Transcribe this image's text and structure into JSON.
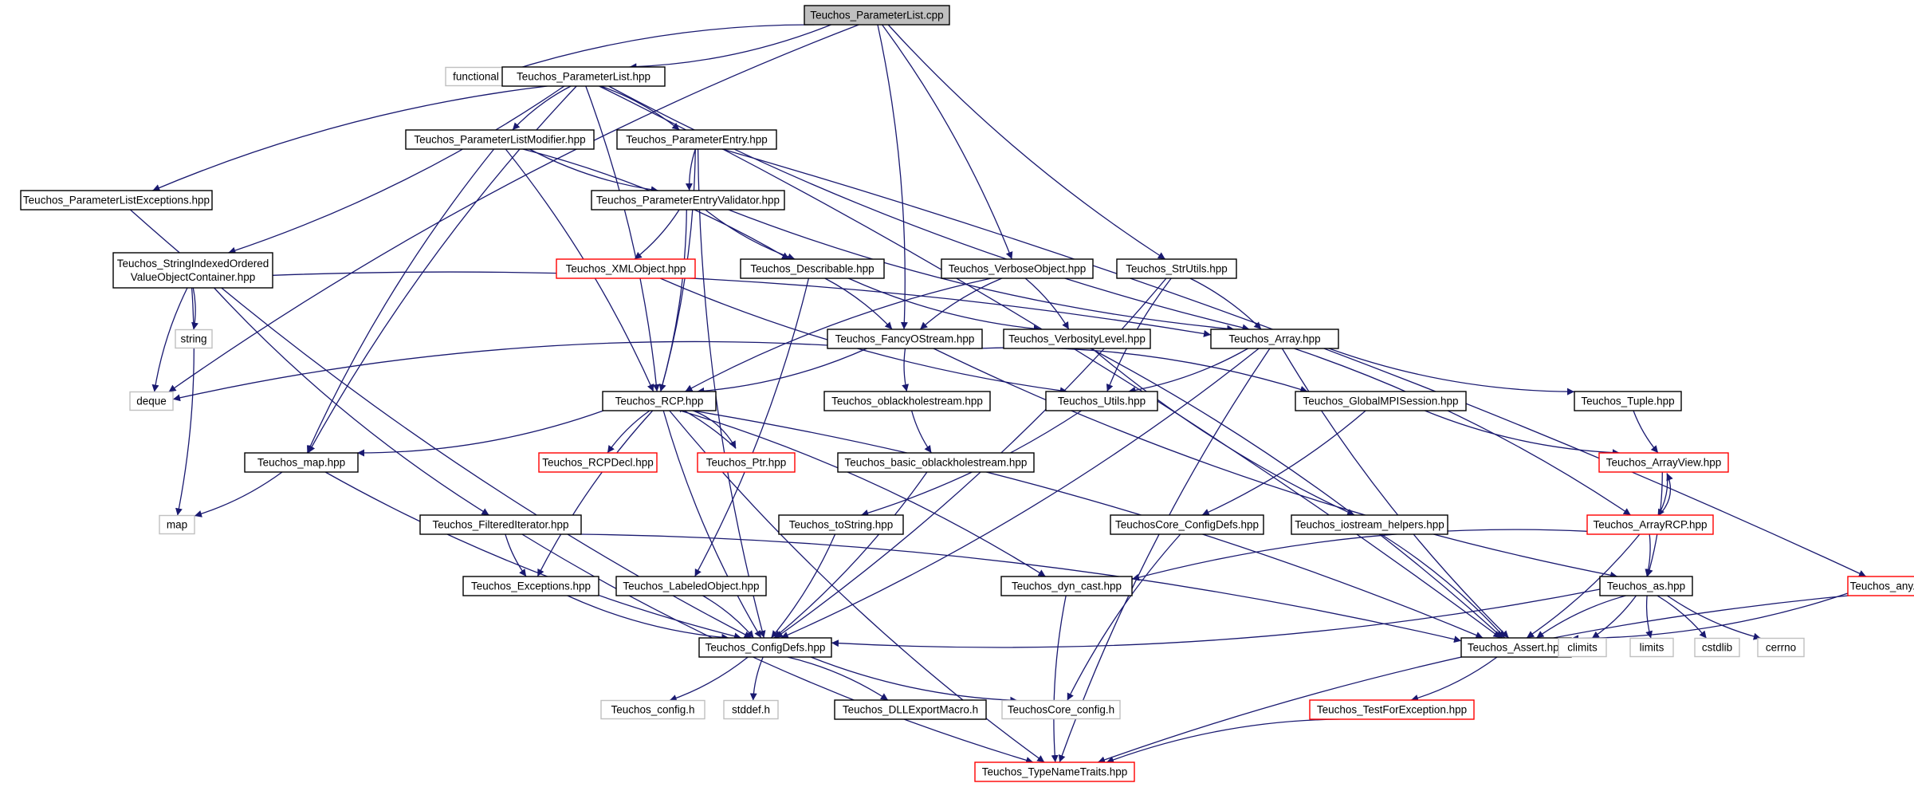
{
  "colors": {
    "background": "#ffffff",
    "edge": "#191970",
    "node_text": "#000000",
    "border_default": "#000000",
    "border_external": "#c0c0c0",
    "border_incomplete": "#ff0000",
    "root_fill": "#bfbfbf",
    "node_fill": "#ffffff"
  },
  "graph": {
    "root": "Teuchos_ParameterList.cpp",
    "nodes": [
      {
        "id": "n_root",
        "label": "Teuchos_ParameterList.cpp",
        "kind": "root"
      },
      {
        "id": "n_functional",
        "label": "functional",
        "kind": "external"
      },
      {
        "id": "n_plist",
        "label": "Teuchos_ParameterList.hpp",
        "kind": "default"
      },
      {
        "id": "n_plistmod",
        "label": "Teuchos_ParameterListModifier.hpp",
        "kind": "default"
      },
      {
        "id": "n_pentry",
        "label": "Teuchos_ParameterEntry.hpp",
        "kind": "default"
      },
      {
        "id": "n_plistexc",
        "label": "Teuchos_ParameterListExceptions.hpp",
        "kind": "default"
      },
      {
        "id": "n_pentryval",
        "label": "Teuchos_ParameterEntryValidator.hpp",
        "kind": "default"
      },
      {
        "id": "n_sioc",
        "label": "Teuchos_StringIndexedOrdered\nValueObjectContainer.hpp",
        "kind": "default"
      },
      {
        "id": "n_xmlobj",
        "label": "Teuchos_XMLObject.hpp",
        "kind": "incomplete"
      },
      {
        "id": "n_describable",
        "label": "Teuchos_Describable.hpp",
        "kind": "default"
      },
      {
        "id": "n_verboseobj",
        "label": "Teuchos_VerboseObject.hpp",
        "kind": "default"
      },
      {
        "id": "n_strutils",
        "label": "Teuchos_StrUtils.hpp",
        "kind": "default"
      },
      {
        "id": "n_string",
        "label": "string",
        "kind": "external"
      },
      {
        "id": "n_fancyos",
        "label": "Teuchos_FancyOStream.hpp",
        "kind": "default"
      },
      {
        "id": "n_verblevel",
        "label": "Teuchos_VerbosityLevel.hpp",
        "kind": "default"
      },
      {
        "id": "n_array",
        "label": "Teuchos_Array.hpp",
        "kind": "default"
      },
      {
        "id": "n_deque",
        "label": "deque",
        "kind": "external"
      },
      {
        "id": "n_rcp",
        "label": "Teuchos_RCP.hpp",
        "kind": "default"
      },
      {
        "id": "n_oblackhole",
        "label": "Teuchos_oblackholestream.hpp",
        "kind": "default"
      },
      {
        "id": "n_utils",
        "label": "Teuchos_Utils.hpp",
        "kind": "default"
      },
      {
        "id": "n_globalmpi",
        "label": "Teuchos_GlobalMPISession.hpp",
        "kind": "default"
      },
      {
        "id": "n_tuple",
        "label": "Teuchos_Tuple.hpp",
        "kind": "default"
      },
      {
        "id": "n_map",
        "label": "Teuchos_map.hpp",
        "kind": "default"
      },
      {
        "id": "n_rcpdecl",
        "label": "Teuchos_RCPDecl.hpp",
        "kind": "incomplete"
      },
      {
        "id": "n_ptr",
        "label": "Teuchos_Ptr.hpp",
        "kind": "incomplete"
      },
      {
        "id": "n_basicoblack",
        "label": "Teuchos_basic_oblackholestream.hpp",
        "kind": "default"
      },
      {
        "id": "n_arrayview",
        "label": "Teuchos_ArrayView.hpp",
        "kind": "incomplete"
      },
      {
        "id": "n_mapstd",
        "label": "map",
        "kind": "external"
      },
      {
        "id": "n_filtiter",
        "label": "Teuchos_FilteredIterator.hpp",
        "kind": "default"
      },
      {
        "id": "n_tostring",
        "label": "Teuchos_toString.hpp",
        "kind": "default"
      },
      {
        "id": "n_coreconfig",
        "label": "TeuchosCore_ConfigDefs.hpp",
        "kind": "default"
      },
      {
        "id": "n_iohelpers",
        "label": "Teuchos_iostream_helpers.hpp",
        "kind": "default"
      },
      {
        "id": "n_arrayrcp",
        "label": "Teuchos_ArrayRCP.hpp",
        "kind": "incomplete"
      },
      {
        "id": "n_exceptions",
        "label": "Teuchos_Exceptions.hpp",
        "kind": "default"
      },
      {
        "id": "n_labeledobj",
        "label": "Teuchos_LabeledObject.hpp",
        "kind": "default"
      },
      {
        "id": "n_dyncast",
        "label": "Teuchos_dyn_cast.hpp",
        "kind": "default"
      },
      {
        "id": "n_as",
        "label": "Teuchos_as.hpp",
        "kind": "default"
      },
      {
        "id": "n_any",
        "label": "Teuchos_any.hpp",
        "kind": "incomplete"
      },
      {
        "id": "n_configdefs",
        "label": "Teuchos_ConfigDefs.hpp",
        "kind": "default"
      },
      {
        "id": "n_assert",
        "label": "Teuchos_Assert.hpp",
        "kind": "default"
      },
      {
        "id": "n_climits",
        "label": "climits",
        "kind": "external"
      },
      {
        "id": "n_limits",
        "label": "limits",
        "kind": "external"
      },
      {
        "id": "n_cstdlib",
        "label": "cstdlib",
        "kind": "external"
      },
      {
        "id": "n_cerrno",
        "label": "cerrno",
        "kind": "external"
      },
      {
        "id": "n_configh",
        "label": "Teuchos_config.h",
        "kind": "external"
      },
      {
        "id": "n_stddef",
        "label": "stddef.h",
        "kind": "external"
      },
      {
        "id": "n_dllexport",
        "label": "Teuchos_DLLExportMacro.h",
        "kind": "default"
      },
      {
        "id": "n_coreconfigh",
        "label": "TeuchosCore_config.h",
        "kind": "external"
      },
      {
        "id": "n_testforexc",
        "label": "Teuchos_TestForException.hpp",
        "kind": "incomplete"
      },
      {
        "id": "n_typename",
        "label": "Teuchos_TypeNameTraits.hpp",
        "kind": "incomplete"
      }
    ],
    "edges": [
      [
        "n_root",
        "n_functional"
      ],
      [
        "n_root",
        "n_plist"
      ],
      [
        "n_root",
        "n_deque"
      ],
      [
        "n_root",
        "n_verboseobj"
      ],
      [
        "n_root",
        "n_strutils"
      ],
      [
        "n_root",
        "n_fancyos"
      ],
      [
        "n_plist",
        "n_plistmod"
      ],
      [
        "n_plist",
        "n_pentry"
      ],
      [
        "n_plist",
        "n_plistexc"
      ],
      [
        "n_plist",
        "n_sioc"
      ],
      [
        "n_plist",
        "n_map"
      ],
      [
        "n_plist",
        "n_rcp"
      ],
      [
        "n_plist",
        "n_array"
      ],
      [
        "n_plist",
        "n_assert"
      ],
      [
        "n_plistmod",
        "n_pentryval"
      ],
      [
        "n_plistmod",
        "n_describable"
      ],
      [
        "n_plistmod",
        "n_map"
      ],
      [
        "n_plistmod",
        "n_rcp"
      ],
      [
        "n_pentry",
        "n_pentryval"
      ],
      [
        "n_pentry",
        "n_rcp"
      ],
      [
        "n_pentry",
        "n_configdefs"
      ],
      [
        "n_pentry",
        "n_any"
      ],
      [
        "n_plistexc",
        "n_configdefs"
      ],
      [
        "n_pentryval",
        "n_xmlobj"
      ],
      [
        "n_pentryval",
        "n_describable"
      ],
      [
        "n_pentryval",
        "n_rcp"
      ],
      [
        "n_pentryval",
        "n_array"
      ],
      [
        "n_sioc",
        "n_string"
      ],
      [
        "n_sioc",
        "n_deque"
      ],
      [
        "n_sioc",
        "n_mapstd"
      ],
      [
        "n_sioc",
        "n_filtiter"
      ],
      [
        "n_sioc",
        "n_array"
      ],
      [
        "n_xmlobj",
        "n_utils"
      ],
      [
        "n_describable",
        "n_fancyos"
      ],
      [
        "n_describable",
        "n_verblevel"
      ],
      [
        "n_describable",
        "n_labeledobj"
      ],
      [
        "n_verboseobj",
        "n_fancyos"
      ],
      [
        "n_verboseobj",
        "n_verblevel"
      ],
      [
        "n_verboseobj",
        "n_rcp"
      ],
      [
        "n_strutils",
        "n_array"
      ],
      [
        "n_strutils",
        "n_utils"
      ],
      [
        "n_strutils",
        "n_configdefs"
      ],
      [
        "n_fancyos",
        "n_deque"
      ],
      [
        "n_fancyos",
        "n_rcp"
      ],
      [
        "n_fancyos",
        "n_oblackhole"
      ],
      [
        "n_fancyos",
        "n_globalmpi"
      ],
      [
        "n_fancyos",
        "n_as"
      ],
      [
        "n_verblevel",
        "n_assert"
      ],
      [
        "n_verblevel",
        "n_iohelpers"
      ],
      [
        "n_array",
        "n_utils"
      ],
      [
        "n_array",
        "n_tuple"
      ],
      [
        "n_array",
        "n_arrayrcp"
      ],
      [
        "n_array",
        "n_assert"
      ],
      [
        "n_array",
        "n_configdefs"
      ],
      [
        "n_array",
        "n_typename"
      ],
      [
        "n_rcp",
        "n_map"
      ],
      [
        "n_rcp",
        "n_rcpdecl"
      ],
      [
        "n_rcp",
        "n_ptr"
      ],
      [
        "n_rcp",
        "n_exceptions"
      ],
      [
        "n_rcp",
        "n_dyncast"
      ],
      [
        "n_rcp",
        "n_configdefs"
      ],
      [
        "n_rcp",
        "n_assert"
      ],
      [
        "n_rcp",
        "n_typename"
      ],
      [
        "n_ptr",
        "n_rcp"
      ],
      [
        "n_oblackhole",
        "n_basicoblack"
      ],
      [
        "n_utils",
        "n_tostring"
      ],
      [
        "n_globalmpi",
        "n_arrayview"
      ],
      [
        "n_globalmpi",
        "n_coreconfig"
      ],
      [
        "n_tuple",
        "n_arrayview"
      ],
      [
        "n_map",
        "n_mapstd"
      ],
      [
        "n_map",
        "n_configdefs"
      ],
      [
        "n_basicoblack",
        "n_configdefs"
      ],
      [
        "n_arrayview",
        "n_arrayrcp"
      ],
      [
        "n_arrayview",
        "n_as"
      ],
      [
        "n_arrayrcp",
        "n_arrayview"
      ],
      [
        "n_arrayrcp",
        "n_as"
      ],
      [
        "n_arrayrcp",
        "n_dyncast"
      ],
      [
        "n_arrayrcp",
        "n_assert"
      ],
      [
        "n_filtiter",
        "n_exceptions"
      ],
      [
        "n_filtiter",
        "n_assert"
      ],
      [
        "n_filtiter",
        "n_typename"
      ],
      [
        "n_tostring",
        "n_configdefs"
      ],
      [
        "n_coreconfig",
        "n_coreconfigh"
      ],
      [
        "n_iohelpers",
        "n_assert"
      ],
      [
        "n_exceptions",
        "n_configdefs"
      ],
      [
        "n_labeledobj",
        "n_configdefs"
      ],
      [
        "n_dyncast",
        "n_typename"
      ],
      [
        "n_as",
        "n_configdefs"
      ],
      [
        "n_as",
        "n_assert"
      ],
      [
        "n_as",
        "n_climits"
      ],
      [
        "n_as",
        "n_limits"
      ],
      [
        "n_as",
        "n_cstdlib"
      ],
      [
        "n_as",
        "n_cerrno"
      ],
      [
        "n_any",
        "n_assert"
      ],
      [
        "n_any",
        "n_typename"
      ],
      [
        "n_configdefs",
        "n_configh"
      ],
      [
        "n_configdefs",
        "n_stddef"
      ],
      [
        "n_configdefs",
        "n_dllexport"
      ],
      [
        "n_configdefs",
        "n_coreconfigh"
      ],
      [
        "n_assert",
        "n_testforexc"
      ],
      [
        "n_testforexc",
        "n_typename"
      ]
    ]
  }
}
